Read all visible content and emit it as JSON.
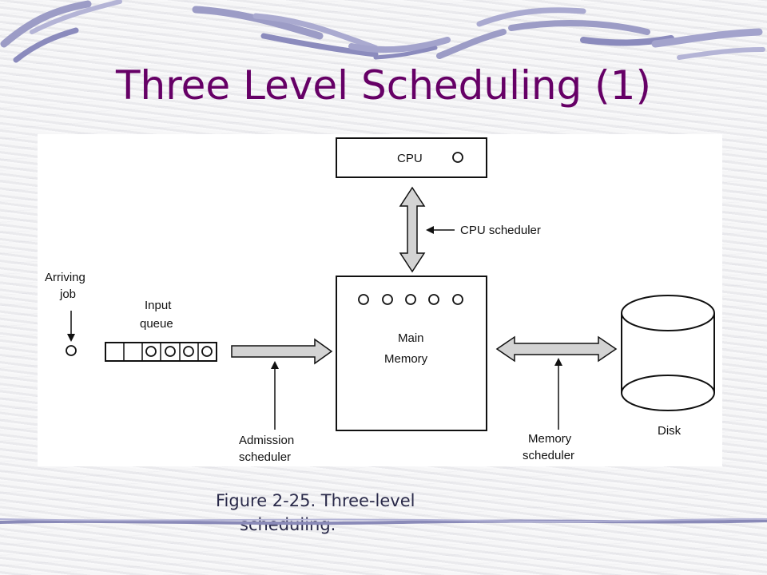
{
  "slide": {
    "title": "Three Level Scheduling (1)",
    "caption_line1": "Figure 2-25. Three-level",
    "caption_line2": "scheduling."
  },
  "diagram": {
    "cpu_label": "CPU",
    "cpu_scheduler_label": "CPU scheduler",
    "arriving_job_line1": "Arriving",
    "arriving_job_line2": "job",
    "input_queue_line1": "Input",
    "input_queue_line2": "queue",
    "main_memory_line1": "Main",
    "main_memory_line2": "Memory",
    "admission_scheduler_line1": "Admission",
    "admission_scheduler_line2": "scheduler",
    "memory_scheduler_line1": "Memory",
    "memory_scheduler_line2": "scheduler",
    "disk_label": "Disk"
  },
  "colors": {
    "title": "#660066",
    "arrow_fill": "#d3d3d3",
    "decoration": "#8a8ab8"
  }
}
